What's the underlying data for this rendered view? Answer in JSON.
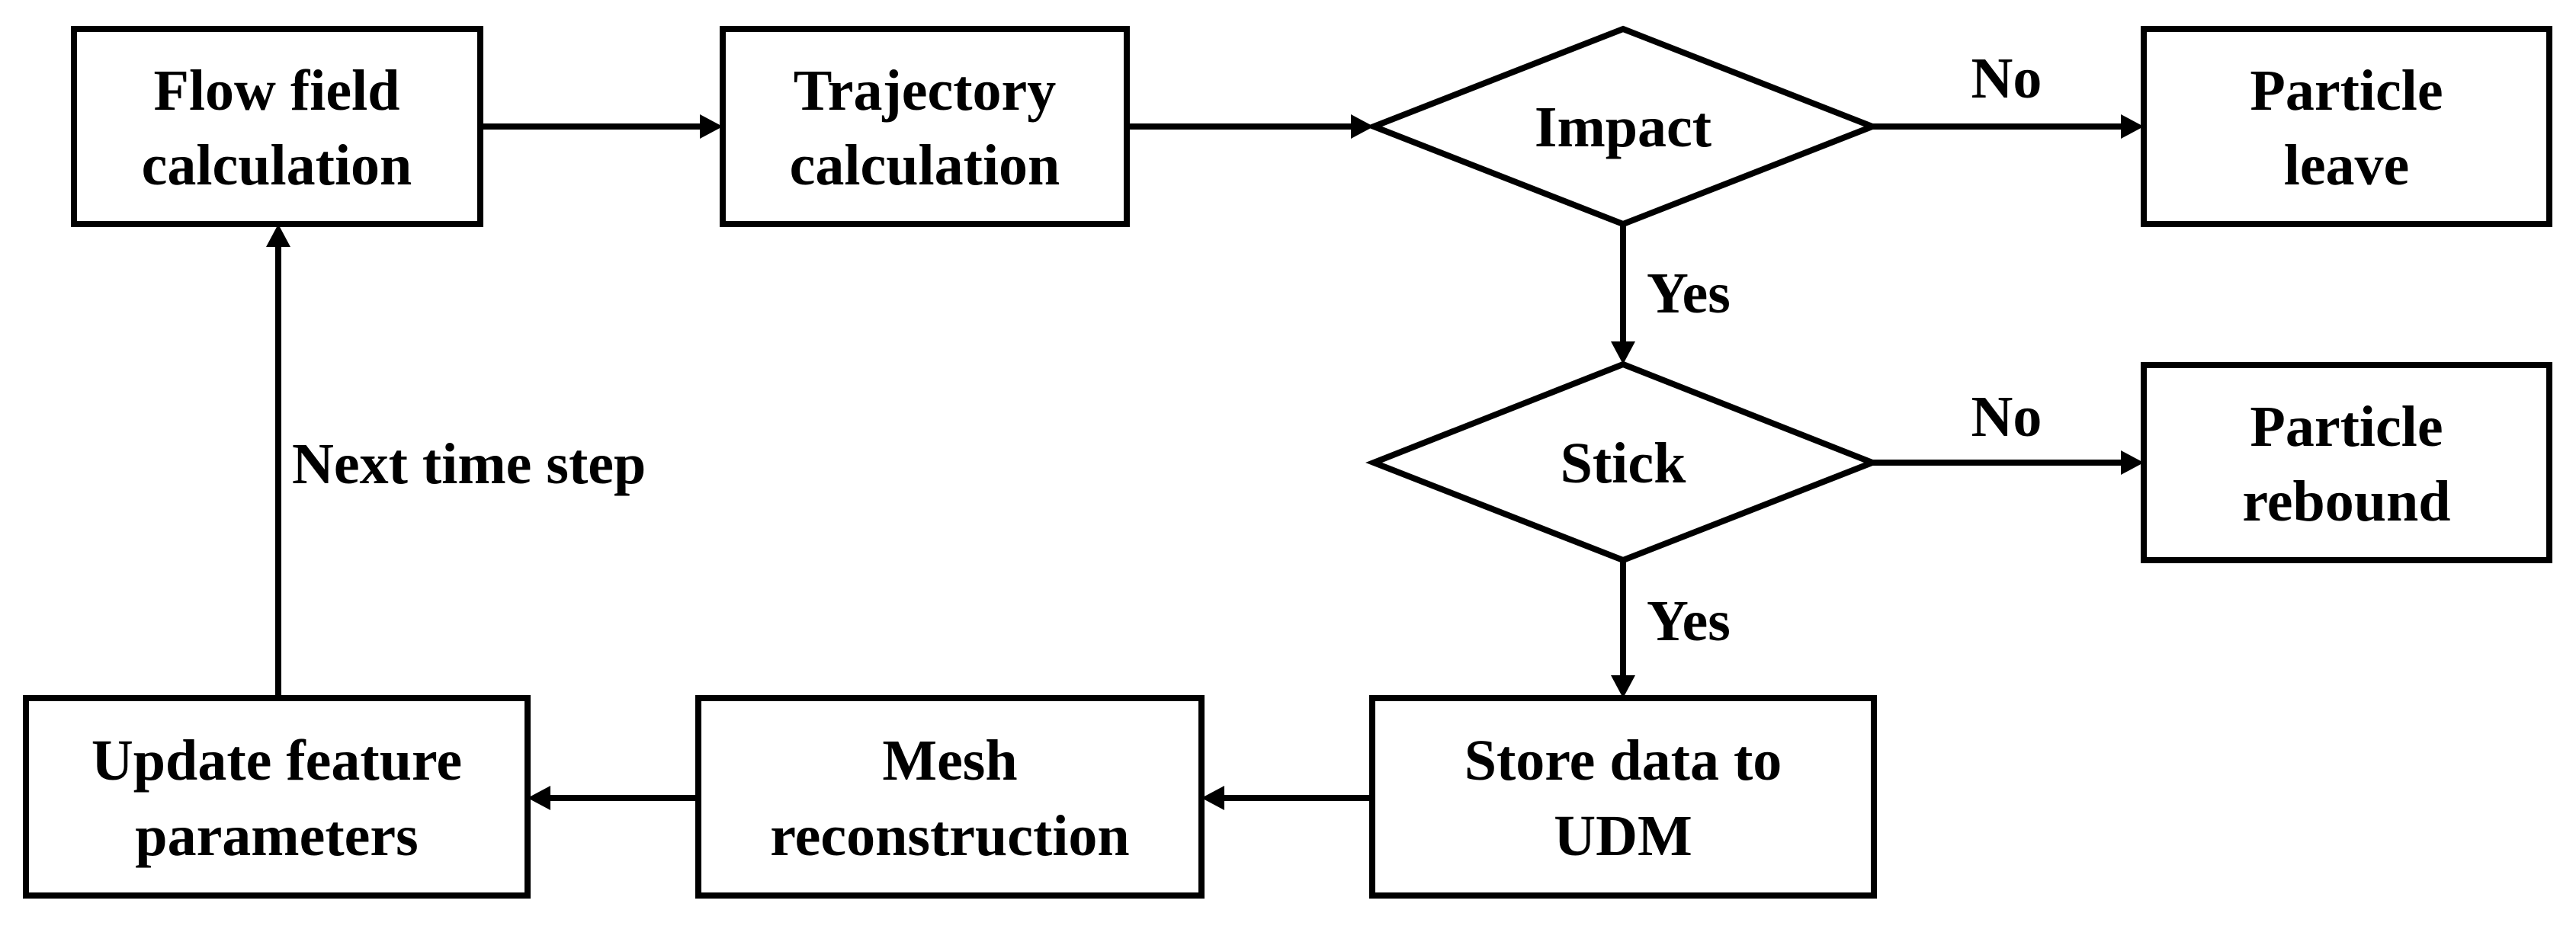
{
  "nodes": {
    "flow_field": {
      "line1": "Flow field",
      "line2": "calculation"
    },
    "trajectory": {
      "line1": "Trajectory",
      "line2": "calculation"
    },
    "impact": {
      "label": "Impact"
    },
    "particle_leave": {
      "line1": "Particle",
      "line2": "leave"
    },
    "stick": {
      "label": "Stick"
    },
    "particle_rebound": {
      "line1": "Particle",
      "line2": "rebound"
    },
    "store_data": {
      "line1": "Store data to",
      "line2": "UDM"
    },
    "mesh": {
      "line1": "Mesh",
      "line2": "reconstruction"
    },
    "update": {
      "line1": "Update feature",
      "line2": "parameters"
    }
  },
  "edges": {
    "impact_no": "No",
    "impact_yes": "Yes",
    "stick_no": "No",
    "stick_yes": "Yes",
    "next_time_step": "Next time step"
  }
}
